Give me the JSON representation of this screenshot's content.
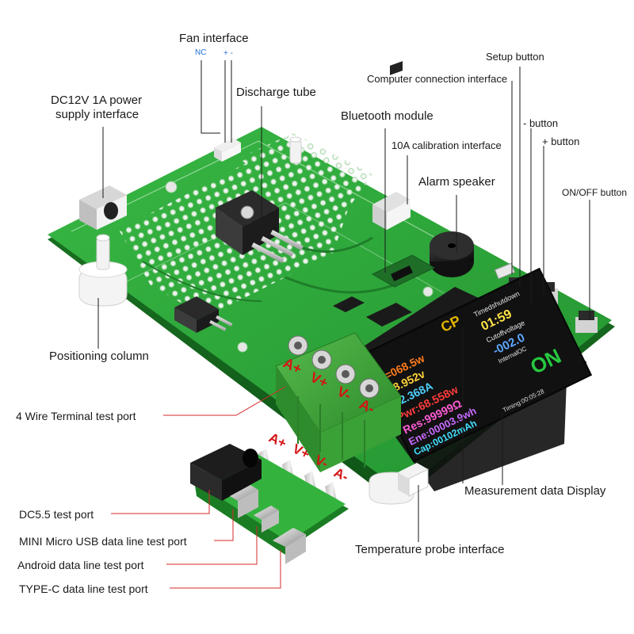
{
  "labels": {
    "fan_interface": "Fan interface",
    "fan_nc": "NC",
    "fan_plus_minus": "+ -",
    "dc12v_line1": "DC12V 1A power",
    "dc12v_line2": "supply interface",
    "discharge_tube": "Discharge tube",
    "bluetooth_module": "Bluetooth module",
    "computer_connection": "Computer connection interface",
    "setup_button": "Setup button",
    "minus_button": "- button",
    "plus_button": "+ button",
    "calibration_10a": "10A calibration interface",
    "alarm_speaker": "Alarm speaker",
    "onoff_button": "ON/OFF button",
    "positioning_column": "Positioning column",
    "terminal_test_port": "4 Wire Terminal test port",
    "measurement_display": "Measurement data Display",
    "dc55_test_port": "DC5.5 test port",
    "mini_micro_usb": "MINI Micro USB data line test port",
    "android_port": "Android data line test port",
    "typec_port": "TYPE-C data line test port",
    "temperature_probe": "Temperature probe interface"
  },
  "terminal_marks": [
    "A+",
    "V+",
    "V-",
    "A-"
  ],
  "adapter_marks": [
    "A+",
    "V+",
    "V-",
    "A-"
  ],
  "screen": {
    "mode": "CP",
    "lines": [
      "S=068.5w",
      ":28.952v",
      ":02.368A",
      "Pwr:68.558w",
      "Res:99999Ω",
      "Ene:00003.9wh",
      "Cap:00102mAh",
      "Timing:00:05:28"
    ],
    "timed_shutdown_label": "Timedshutdown",
    "timed_shutdown_value": "01:59",
    "cutoff_voltage_label": "Cutoffvoltage",
    "cutoff_voltage_value": "-002.0",
    "internal_label": "InternalOC",
    "power_state": "ON"
  },
  "colors": {
    "pcb_green": "#2fae3a",
    "pcb_dark": "#1f8a2a",
    "terminal_green": "#3fa83a",
    "annotation_line": "#d62828",
    "mark_red": "#d41414",
    "screen_bg": "#111111",
    "on_green": "#27c93f"
  }
}
